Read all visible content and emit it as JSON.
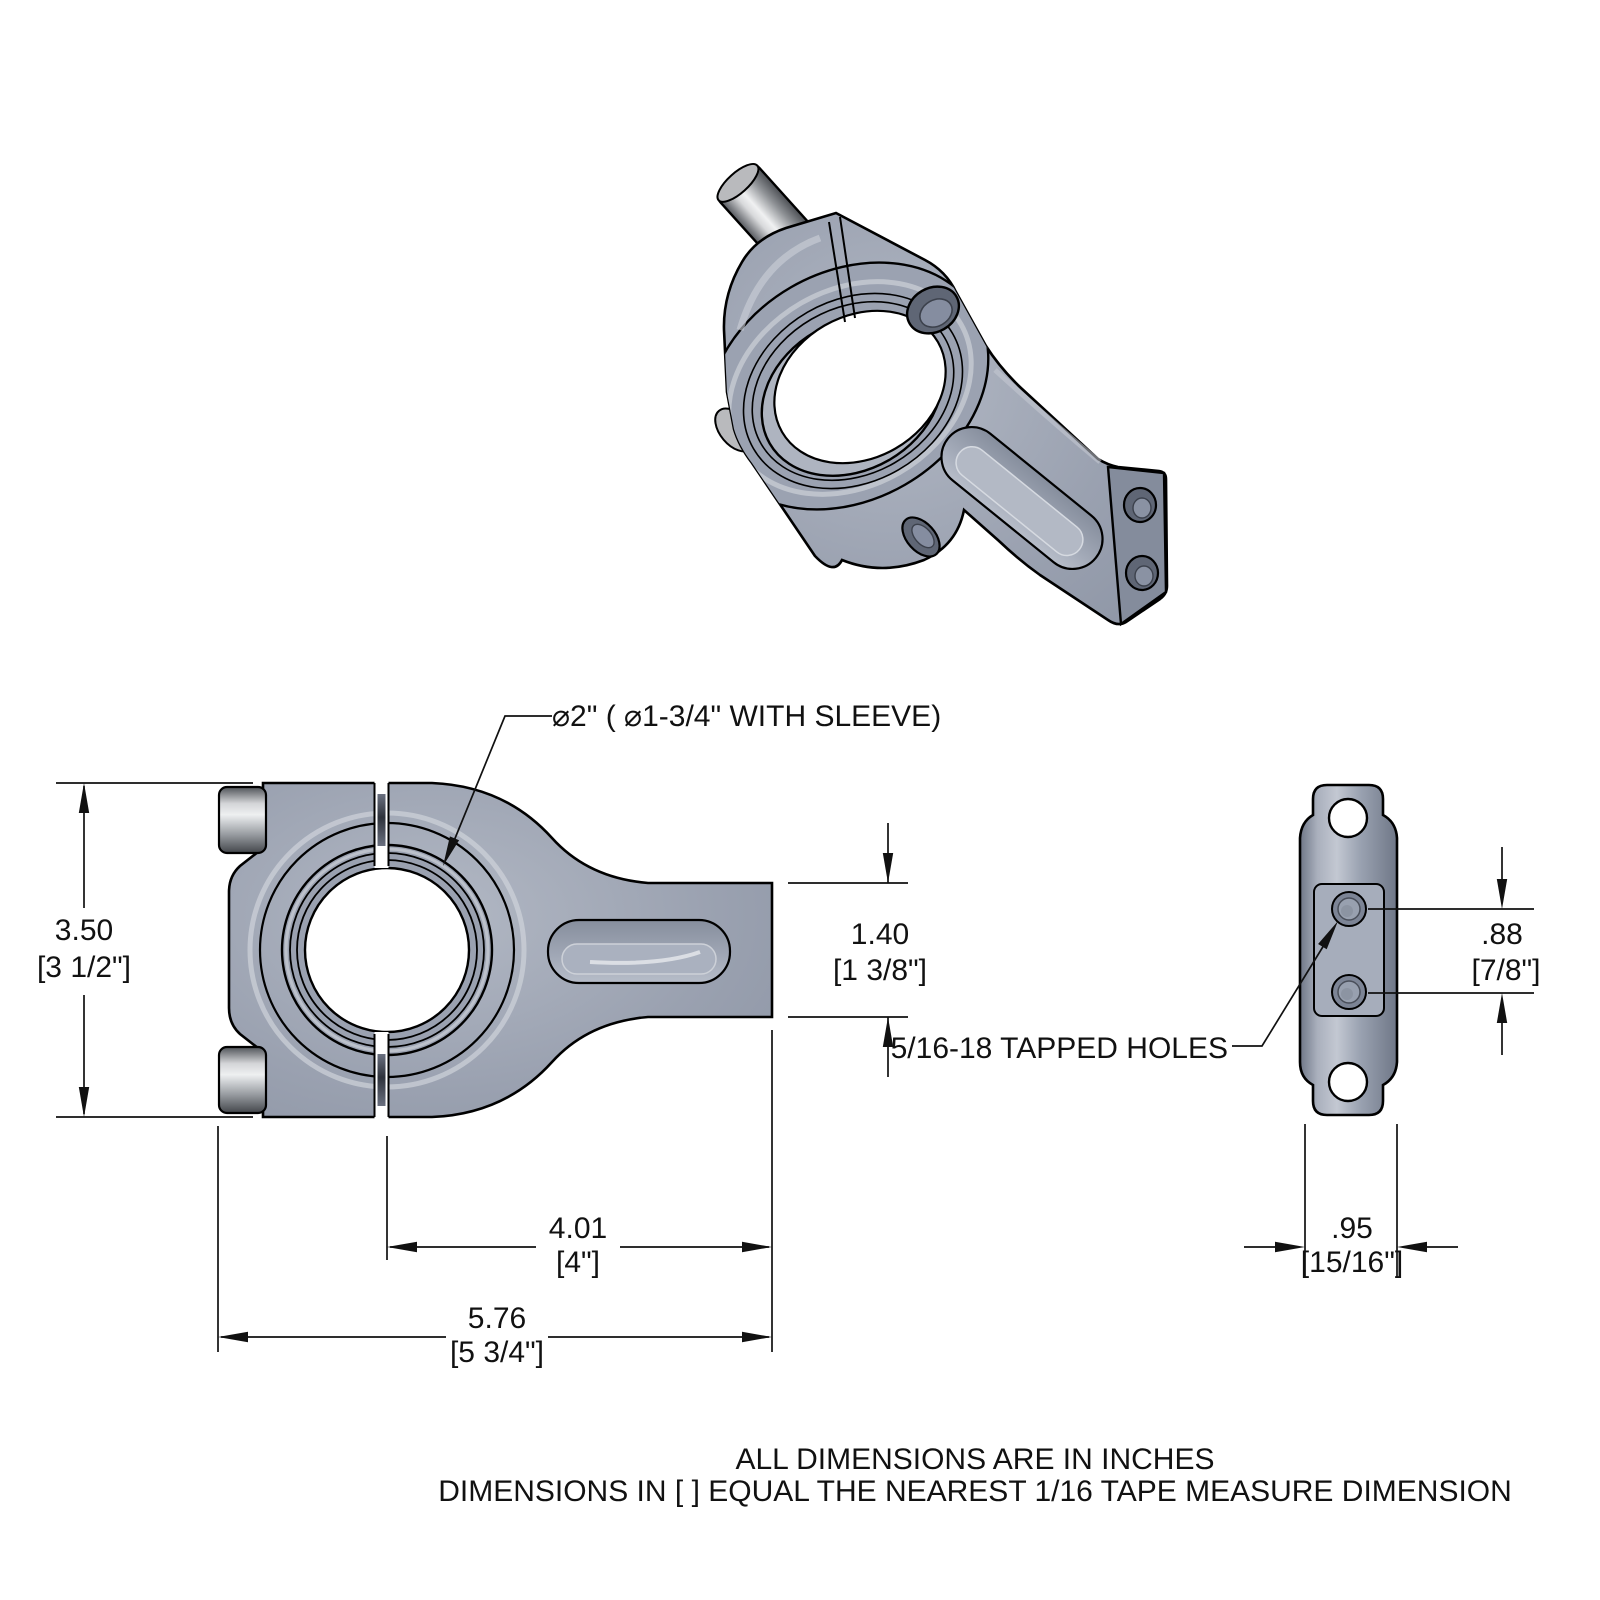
{
  "callouts": {
    "bore": "⌀2\" ( ⌀1-3/4\" WITH SLEEVE)",
    "tapped_holes": "5/16-18 TAPPED HOLES"
  },
  "dimensions": {
    "overall_height": {
      "decimal": "3.50",
      "tape": "[3 1/2\"]"
    },
    "bar_height": {
      "decimal": "1.40",
      "tape": "[1 3/8\"]"
    },
    "center_to_end": {
      "decimal": "4.01",
      "tape": "[4\"]"
    },
    "overall_length": {
      "decimal": "5.76",
      "tape": "[5 3/4\"]"
    },
    "tapped_hole_spacing": {
      "decimal": ".88",
      "tape": "[7/8\"]"
    },
    "body_thickness": {
      "decimal": ".95",
      "tape": "[15/16\"]"
    }
  },
  "notes": {
    "line1": "ALL DIMENSIONS ARE IN INCHES",
    "line2": "DIMENSIONS IN [ ] EQUAL THE NEAREST 1/16 TAPE MEASURE DIMENSION"
  },
  "colors": {
    "body": "#9aa1b0",
    "body_light": "#b6bcc8",
    "body_dark": "#7e8696",
    "edge": "#000000",
    "background": "#ffffff"
  }
}
